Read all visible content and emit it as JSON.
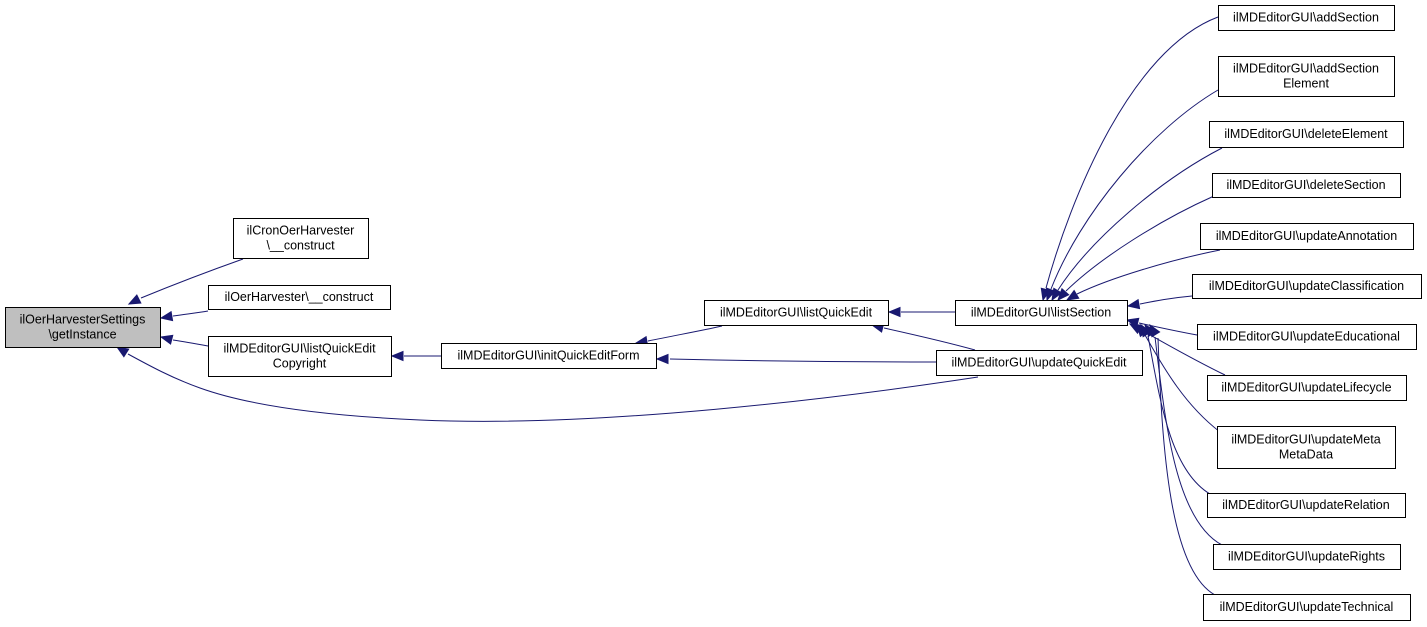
{
  "colors": {
    "edge": "#191970",
    "node_fill": "#ffffff",
    "node_border": "#000000",
    "highlight_fill": "#bfbfbf"
  },
  "nodes": [
    {
      "id": "getInstance",
      "lines": [
        "ilOerHarvesterSettings",
        "\\getInstance"
      ],
      "highlight": true
    },
    {
      "id": "cronOerConstruct",
      "lines": [
        "ilCronOerHarvester",
        "\\__construct"
      ]
    },
    {
      "id": "oerConstruct",
      "lines": [
        "ilOerHarvester\\__construct"
      ]
    },
    {
      "id": "listQuickEditCopyright",
      "lines": [
        "ilMDEditorGUI\\listQuickEdit",
        "Copyright"
      ]
    },
    {
      "id": "initQuickEditForm",
      "lines": [
        "ilMDEditorGUI\\initQuickEditForm"
      ]
    },
    {
      "id": "listQuickEdit",
      "lines": [
        "ilMDEditorGUI\\listQuickEdit"
      ]
    },
    {
      "id": "listSection",
      "lines": [
        "ilMDEditorGUI\\listSection"
      ]
    },
    {
      "id": "updateQuickEdit",
      "lines": [
        "ilMDEditorGUI\\updateQuickEdit"
      ]
    },
    {
      "id": "addSection",
      "lines": [
        "ilMDEditorGUI\\addSection"
      ]
    },
    {
      "id": "addSectionElement",
      "lines": [
        "ilMDEditorGUI\\addSection",
        "Element"
      ]
    },
    {
      "id": "deleteElement",
      "lines": [
        "ilMDEditorGUI\\deleteElement"
      ]
    },
    {
      "id": "deleteSection",
      "lines": [
        "ilMDEditorGUI\\deleteSection"
      ]
    },
    {
      "id": "updateAnnotation",
      "lines": [
        "ilMDEditorGUI\\updateAnnotation"
      ]
    },
    {
      "id": "updateClassification",
      "lines": [
        "ilMDEditorGUI\\updateClassification"
      ]
    },
    {
      "id": "updateEducational",
      "lines": [
        "ilMDEditorGUI\\updateEducational"
      ]
    },
    {
      "id": "updateLifecycle",
      "lines": [
        "ilMDEditorGUI\\updateLifecycle"
      ]
    },
    {
      "id": "updateMetaMetaData",
      "lines": [
        "ilMDEditorGUI\\updateMeta",
        "MetaData"
      ]
    },
    {
      "id": "updateRelation",
      "lines": [
        "ilMDEditorGUI\\updateRelation"
      ]
    },
    {
      "id": "updateRights",
      "lines": [
        "ilMDEditorGUI\\updateRights"
      ]
    },
    {
      "id": "updateTechnical",
      "lines": [
        "ilMDEditorGUI\\updateTechnical"
      ]
    }
  ],
  "edges": [
    {
      "from": "cronOerConstruct",
      "to": "getInstance"
    },
    {
      "from": "oerConstruct",
      "to": "getInstance"
    },
    {
      "from": "listQuickEditCopyright",
      "to": "getInstance"
    },
    {
      "from": "updateQuickEdit",
      "to": "getInstance"
    },
    {
      "from": "initQuickEditForm",
      "to": "listQuickEditCopyright"
    },
    {
      "from": "listQuickEdit",
      "to": "initQuickEditForm"
    },
    {
      "from": "updateQuickEdit",
      "to": "initQuickEditForm"
    },
    {
      "from": "listSection",
      "to": "listQuickEdit"
    },
    {
      "from": "updateQuickEdit",
      "to": "listQuickEdit"
    },
    {
      "from": "addSection",
      "to": "listSection"
    },
    {
      "from": "addSectionElement",
      "to": "listSection"
    },
    {
      "from": "deleteElement",
      "to": "listSection"
    },
    {
      "from": "deleteSection",
      "to": "listSection"
    },
    {
      "from": "updateAnnotation",
      "to": "listSection"
    },
    {
      "from": "updateClassification",
      "to": "listSection"
    },
    {
      "from": "updateEducational",
      "to": "listSection"
    },
    {
      "from": "updateLifecycle",
      "to": "listSection"
    },
    {
      "from": "updateMetaMetaData",
      "to": "listSection"
    },
    {
      "from": "updateRelation",
      "to": "listSection"
    },
    {
      "from": "updateRights",
      "to": "listSection"
    },
    {
      "from": "updateTechnical",
      "to": "listSection"
    }
  ]
}
